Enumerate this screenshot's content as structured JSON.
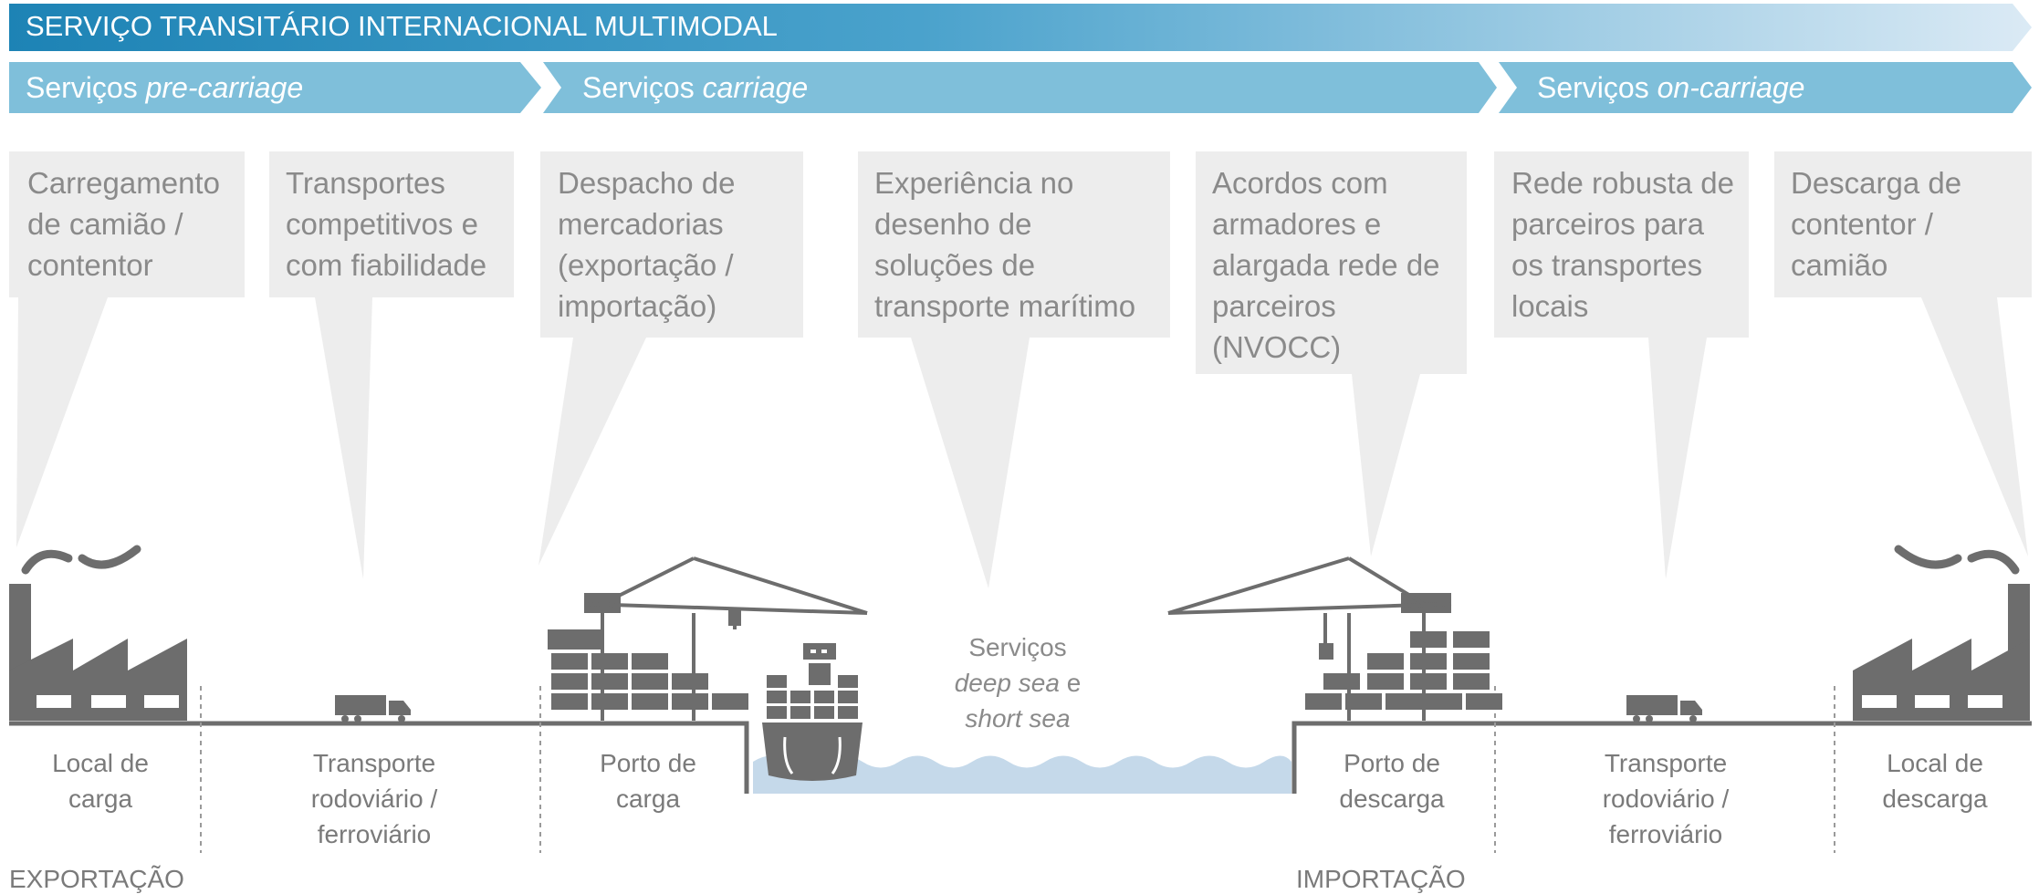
{
  "header": {
    "title": "SERVIÇO TRANSITÁRIO INTERNACIONAL MULTIMODAL"
  },
  "phases": [
    {
      "prefix": "Serviços ",
      "term": "pre-carriage"
    },
    {
      "prefix": "Serviços ",
      "term": "carriage"
    },
    {
      "prefix": "Serviços ",
      "term": "on-carriage"
    }
  ],
  "callouts": [
    {
      "lines": [
        "Carregamento",
        "de camião /",
        "contentor"
      ]
    },
    {
      "lines": [
        "Transportes",
        "competitivos e",
        "com fiabilidade"
      ]
    },
    {
      "lines": [
        "Despacho de",
        "mercadorias",
        "(exportação /",
        "importação)"
      ]
    },
    {
      "lines": [
        "Experiência no",
        "desenho de",
        "soluções de",
        "transporte marítimo"
      ]
    },
    {
      "lines": [
        "Acordos com",
        "armadores e",
        "alargada rede de",
        "parceiros",
        "(NVOCC)"
      ]
    },
    {
      "lines": [
        "Rede robusta de",
        "parceiros para",
        "os transportes",
        "locais"
      ]
    },
    {
      "lines": [
        "Descarga de",
        "contentor /",
        "camião"
      ]
    }
  ],
  "sea_label": {
    "line1": "Serviços",
    "line2_italic": "deep sea",
    "line2_rest": " e",
    "line3_italic": "short sea"
  },
  "bottom_labels": [
    {
      "lines": [
        "Local de",
        "carga"
      ]
    },
    {
      "lines": [
        "Transporte",
        "rodoviário /",
        "ferroviário"
      ]
    },
    {
      "lines": [
        "Porto de",
        "carga"
      ]
    },
    {
      "lines": [
        "Porto de",
        "descarga"
      ]
    },
    {
      "lines": [
        "Transporte",
        "rodoviário /",
        "ferroviário"
      ]
    },
    {
      "lines": [
        "Local de",
        "descarga"
      ]
    }
  ],
  "side_labels": {
    "export": "EXPORTAÇÃO",
    "import": "IMPORTAÇÃO"
  },
  "icons": [
    "factory-icon",
    "truck-icon",
    "port-crane-icon",
    "container-ship-icon",
    "port-crane-icon",
    "truck-icon",
    "factory-icon"
  ],
  "colors": {
    "banner_dark": "#1d83b5",
    "banner_light": "#d3e6f3",
    "phase": "#7fbfda",
    "callout": "#ededed",
    "icon": "#6d6d6d",
    "water": "#c5d9ea"
  }
}
